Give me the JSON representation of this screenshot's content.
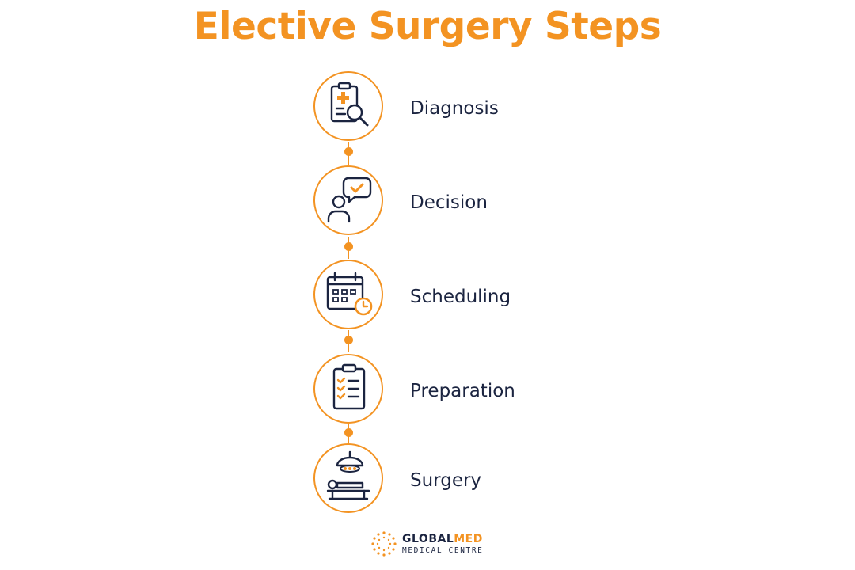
{
  "title": "Elective Surgery Steps",
  "steps": [
    {
      "label": "Diagnosis",
      "icon": "clipboard-magnifier-icon"
    },
    {
      "label": "Decision",
      "icon": "person-speech-check-icon"
    },
    {
      "label": "Scheduling",
      "icon": "calendar-clock-icon"
    },
    {
      "label": "Preparation",
      "icon": "checklist-clipboard-icon"
    },
    {
      "label": "Surgery",
      "icon": "operating-lamp-bed-icon"
    }
  ],
  "brand": {
    "name_part1": "GLOBAL",
    "name_part2": "MED",
    "subtitle": "MEDICAL CENTRE",
    "logo_icon": "sunburst-dots-icon"
  },
  "colors": {
    "accent": "#F39322",
    "dark": "#1B2440",
    "background": "#FFFFFF"
  }
}
